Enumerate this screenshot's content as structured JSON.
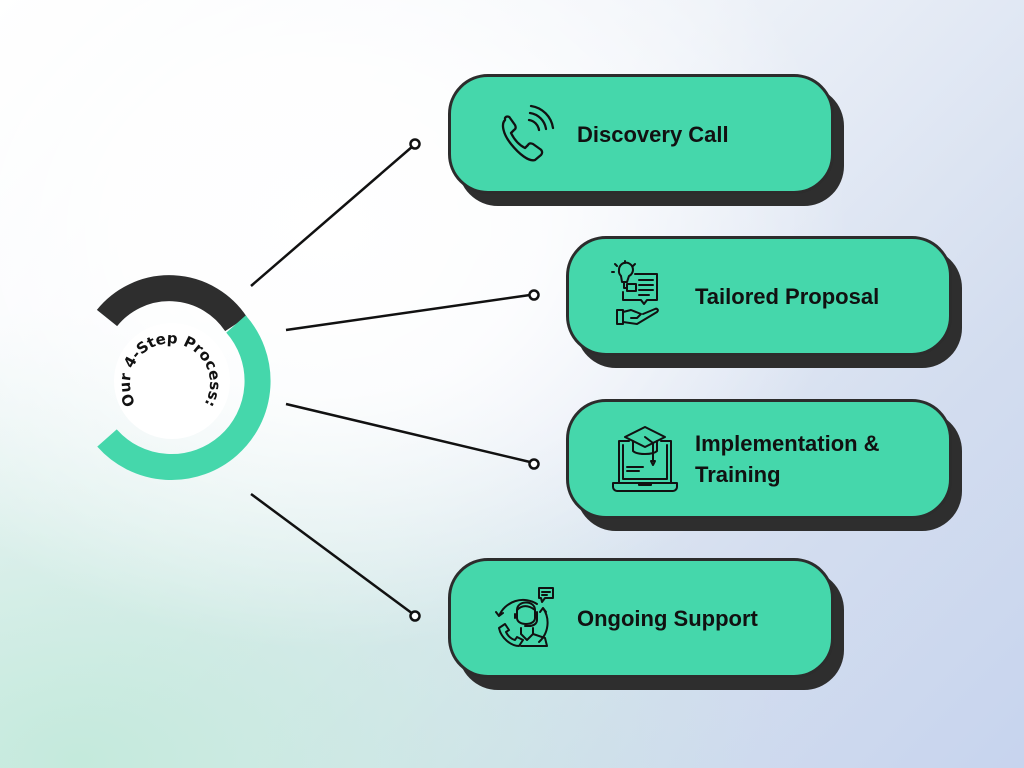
{
  "title": {
    "text": "Our 4-Step Process:"
  },
  "ring": {
    "colors": {
      "dark": "#2e2e2e",
      "accent": "#45d7ab",
      "center": "#ffffff"
    }
  },
  "steps": [
    {
      "label": "Discovery Call",
      "icon": "phone-call-icon"
    },
    {
      "label": "Tailored Proposal",
      "icon": "idea-proposal-hand-icon"
    },
    {
      "label_line1": "Implementation &",
      "label_line2": "Training",
      "icon": "laptop-graduation-cap-icon"
    },
    {
      "label": "Ongoing Support",
      "icon": "customer-support-agent-icon"
    }
  ],
  "colors": {
    "card_fill": "#45d7ab",
    "card_border": "#2c2c2c",
    "card_shadow": "#2e2e2e",
    "connector": "#111111"
  }
}
